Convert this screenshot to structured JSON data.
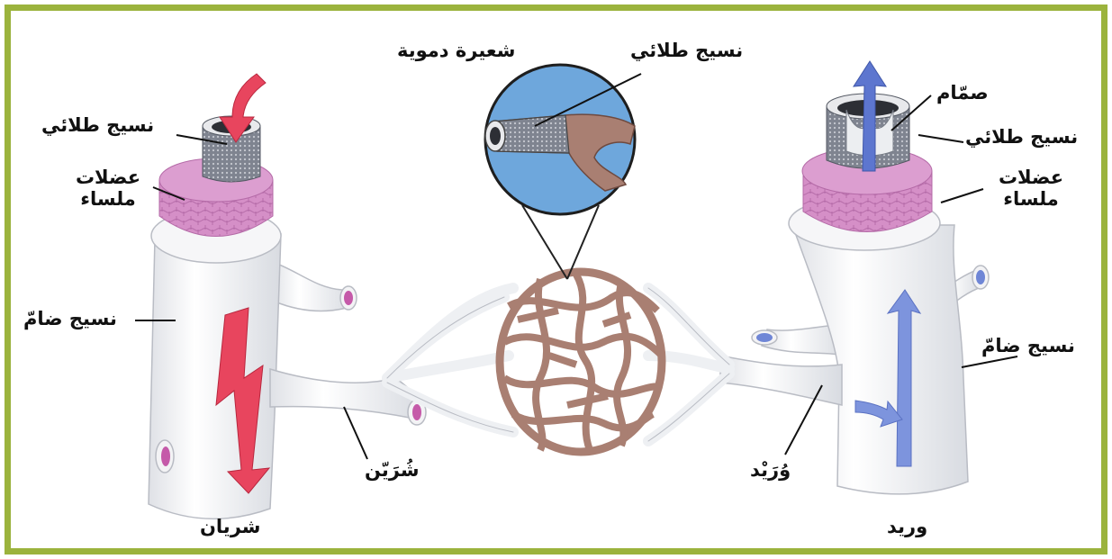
{
  "colors": {
    "frame": "#9bb33d",
    "vessel": "#f2f2f4",
    "vessel_outline": "#b9bcc4",
    "muscle": "#d58fc7",
    "epithelium": "#7f8490",
    "artery_arrow": "#e8455e",
    "vein_arrow": "#6f86d6",
    "capillary": "#a97f72",
    "magnifier": "#6ea7dc"
  },
  "labels": {
    "capillary_title": "شعيرة دموية",
    "capillary_epithelium": "نسيج طلائي",
    "artery_epithelium": "نسيج طلائي",
    "artery_muscle_line1": "عضلات",
    "artery_muscle_line2": "ملساء",
    "artery_connective": "نسيج ضامّ",
    "arteriole": "شُرَيّن",
    "artery": "شريان",
    "vein_valve": "صمّام",
    "vein_epithelium": "نسيج طلائي",
    "vein_muscle_line1": "عضلات",
    "vein_muscle_line2": "ملساء",
    "vein_connective": "نسيج ضامّ",
    "venule": "وُرَيْد",
    "vein": "وريد"
  }
}
